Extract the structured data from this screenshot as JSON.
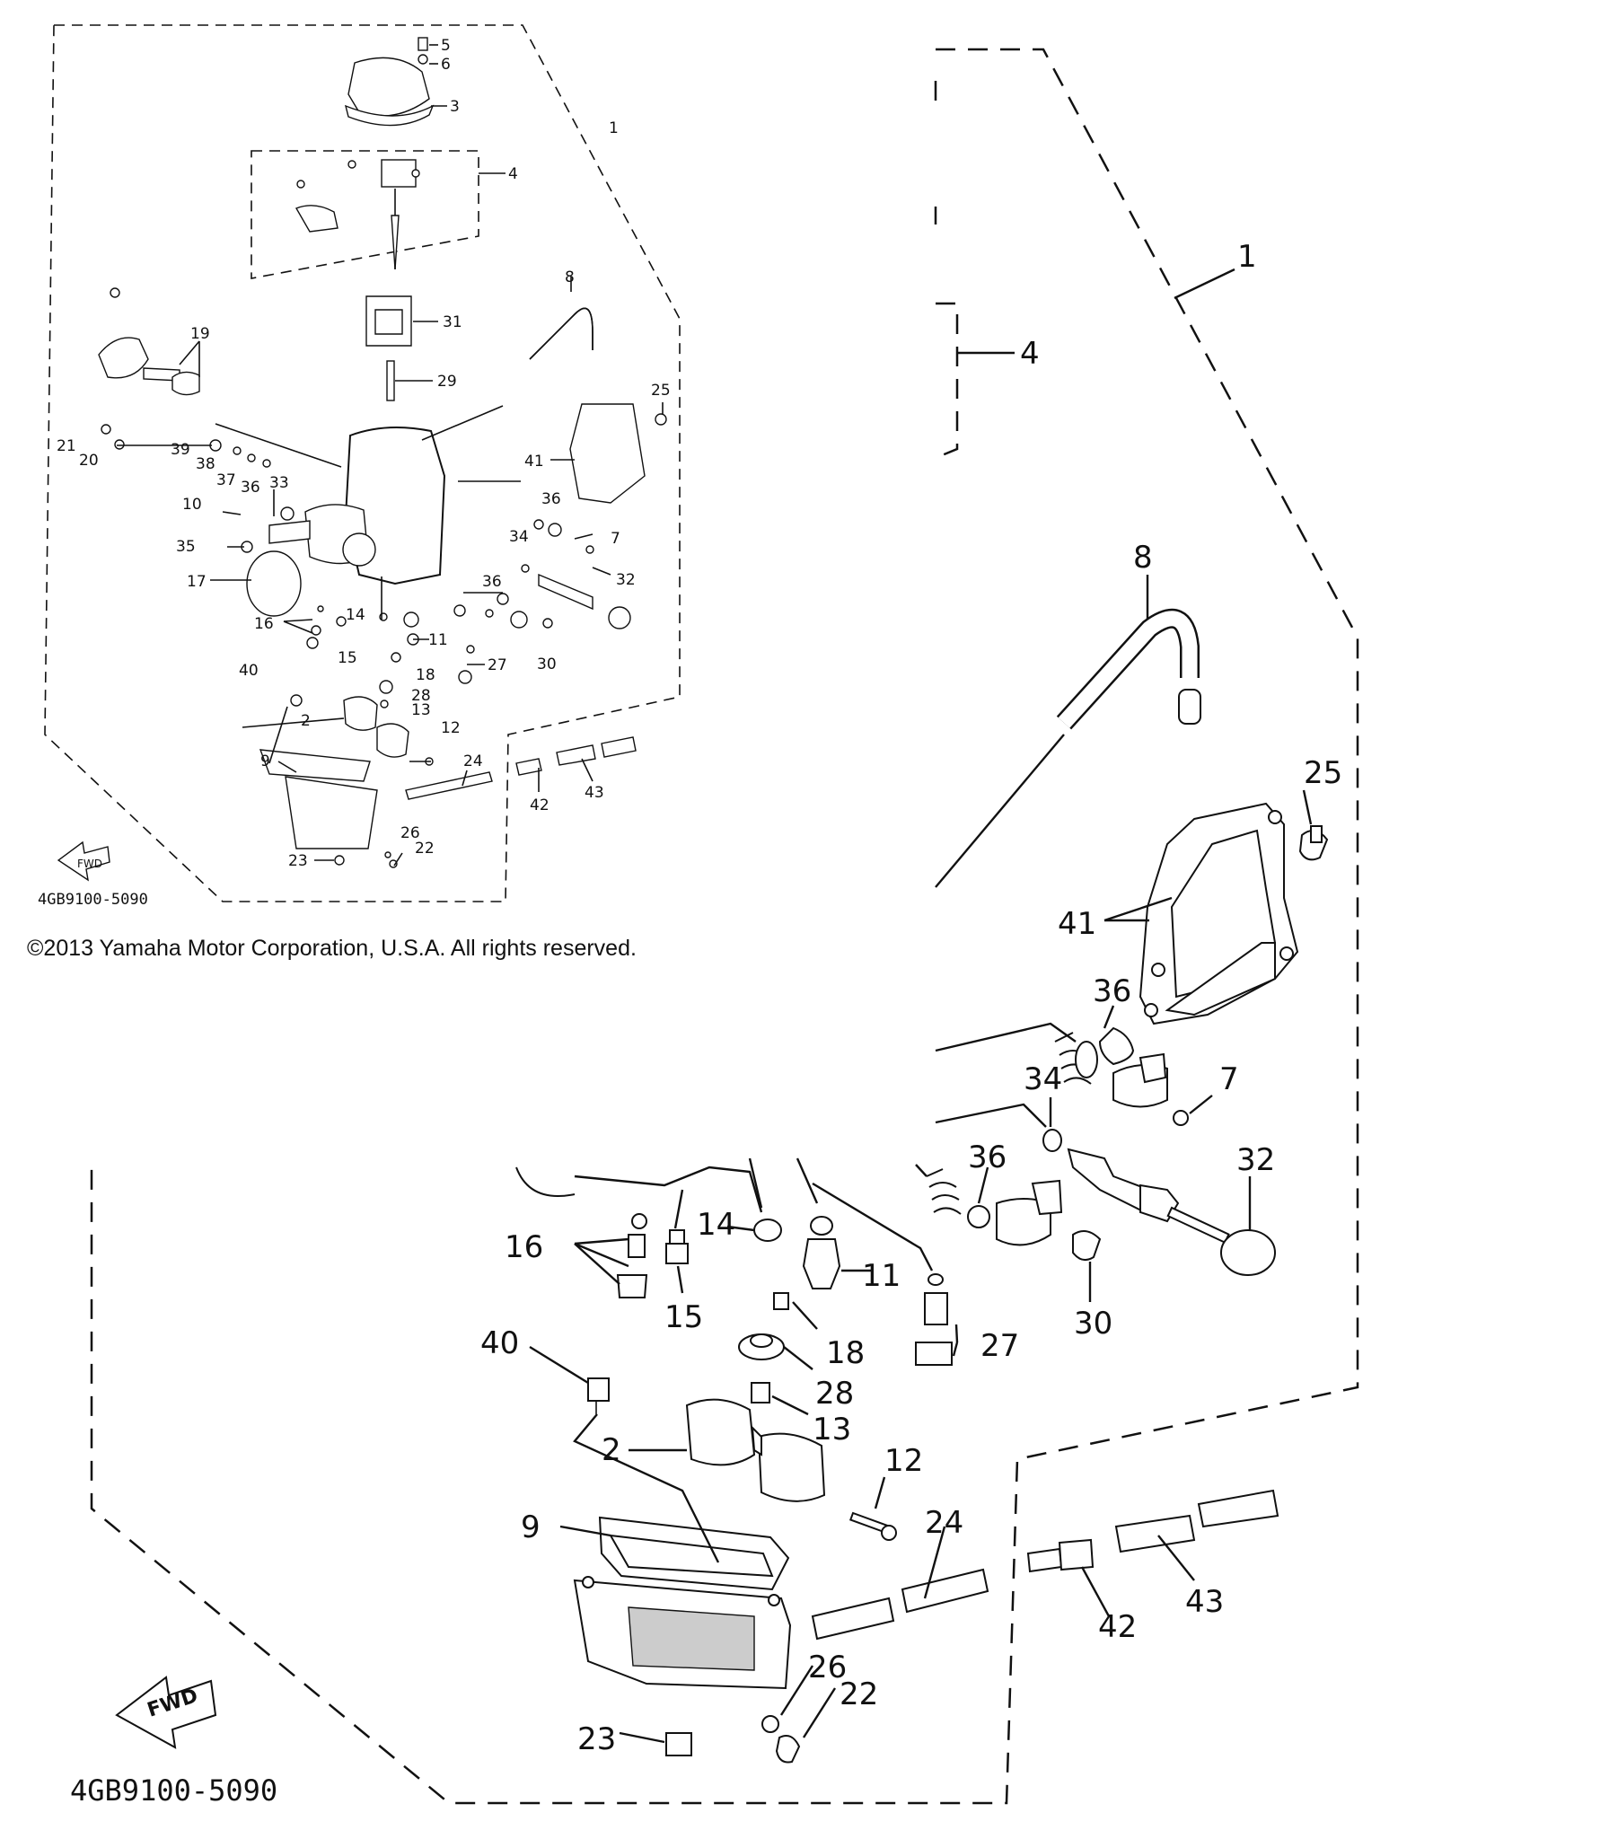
{
  "diagram": {
    "copyright": "©2013 Yamaha Motor Corporation, U.S.A. All rights reserved.",
    "diagram_code": "4GB9100-5090",
    "fwd_label": "FWD",
    "labels": [
      "1",
      "2",
      "3",
      "4",
      "5",
      "6",
      "7",
      "8",
      "9",
      "10",
      "11",
      "12",
      "13",
      "14",
      "15",
      "16",
      "17",
      "18",
      "19",
      "20",
      "21",
      "22",
      "23",
      "24",
      "25",
      "26",
      "27",
      "28",
      "29",
      "30",
      "31",
      "32",
      "33",
      "34",
      "35",
      "36",
      "37",
      "38",
      "39",
      "40",
      "41",
      "42",
      "43"
    ]
  }
}
